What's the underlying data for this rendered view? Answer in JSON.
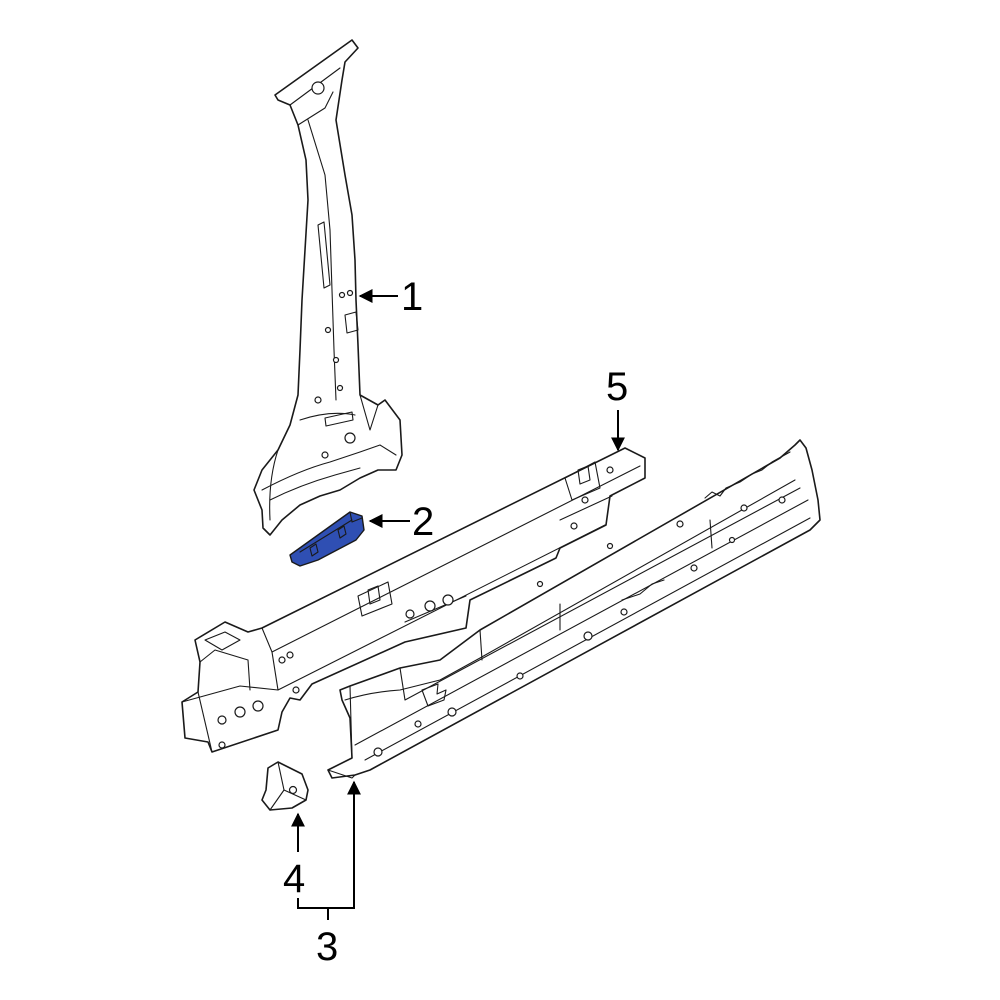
{
  "diagram": {
    "callouts": [
      {
        "id": "1",
        "label": "1"
      },
      {
        "id": "2",
        "label": "2"
      },
      {
        "id": "3",
        "label": "3"
      },
      {
        "id": "4",
        "label": "4"
      },
      {
        "id": "5",
        "label": "5"
      }
    ],
    "highlight_color": "#2f4fb3",
    "line_color": "#1a1a1a"
  }
}
